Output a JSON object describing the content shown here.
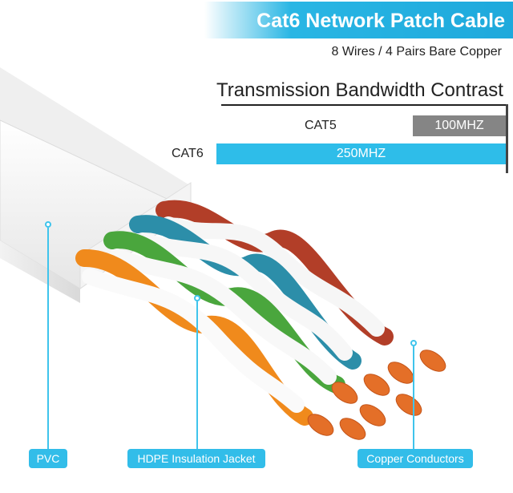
{
  "banner": {
    "title": "Cat6 Network Patch Cable"
  },
  "subtitle": "8 Wires / 4 Pairs Bare Copper",
  "bandwidth": {
    "title": "Transmission Bandwidth Contrast",
    "rows": [
      {
        "label": "CAT5",
        "value_text": "100MHZ",
        "value": 100,
        "color": "#858585"
      },
      {
        "label": "CAT6",
        "value_text": "250MHZ",
        "value": 250,
        "color": "#2ebde9"
      }
    ]
  },
  "callouts": {
    "pvc": "PVC",
    "jacket": "HDPE Insulation Jacket",
    "conductors": "Copper Conductors"
  },
  "colors": {
    "accent": "#2ebde9",
    "orange": "#f08a1c",
    "green": "#4aa63d",
    "blue": "#2f8ea8",
    "brown": "#b0402a",
    "copper": "#e0702a"
  }
}
